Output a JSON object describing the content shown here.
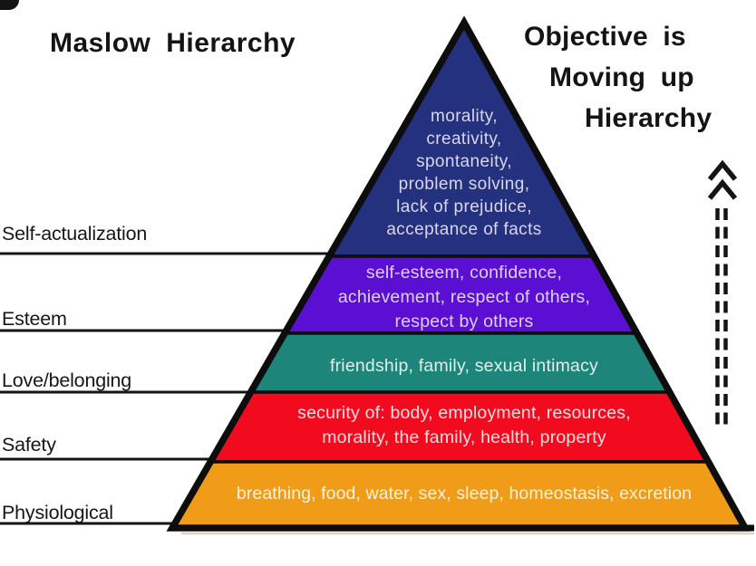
{
  "header": {
    "title_left": "Maslow Hierarchy",
    "title_right": {
      "line1": "Objective is",
      "line2": "Moving up",
      "line3": "Hierarchy"
    }
  },
  "pyramid": {
    "levels": [
      {
        "label": "Self-actualization",
        "color": "#24317f",
        "text_lines": [
          "morality,",
          "creativity,",
          "spontaneity,",
          "problem solving,",
          "lack of prejudice,",
          "acceptance of facts"
        ]
      },
      {
        "label": "Esteem",
        "color": "#5a0fd2",
        "text_lines": [
          "self-esteem, confidence,",
          "achievement, respect of others,",
          "respect by others"
        ]
      },
      {
        "label": "Love/belonging",
        "color": "#1d857a",
        "text_lines": [
          "friendship, family, sexual intimacy"
        ]
      },
      {
        "label": "Safety",
        "color": "#f20a1e",
        "text_lines": [
          "security of: body, employment, resources,",
          "morality, the family, health, property"
        ]
      },
      {
        "label": "Physiological",
        "color": "#f09c18",
        "text_lines": [
          "breathing, food, water, sex, sleep, homeostasis, excretion"
        ]
      }
    ]
  },
  "icons": {
    "direction_arrow": "double-chevron-up-with-dashed-shaft"
  },
  "colors": {
    "outline": "#0d0d0d",
    "background": "#ffffff",
    "label_text": "#161616"
  }
}
